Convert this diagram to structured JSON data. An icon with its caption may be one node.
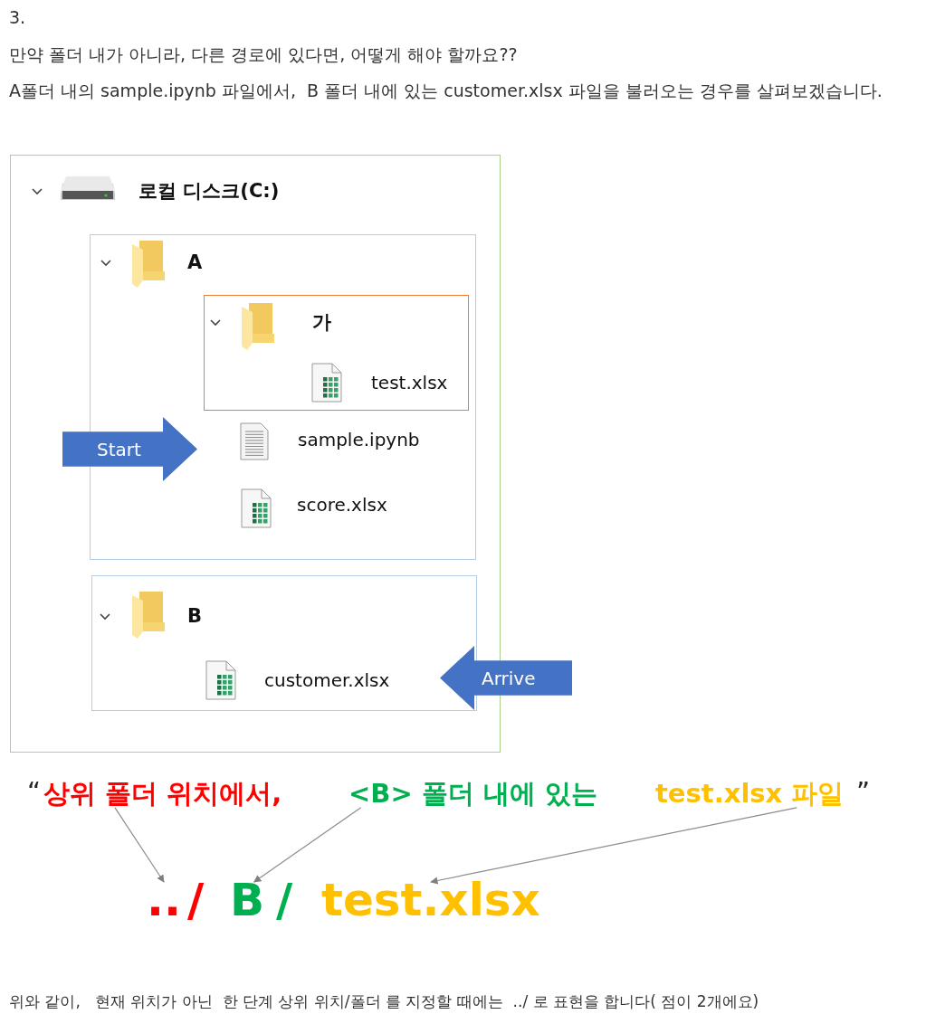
{
  "diagram": {
    "nodes": [
      {
        "text": [
          "로컬 디스크(C:)"
        ]
      },
      {
        "text": [
          "A"
        ],
        "in": 0
      },
      {
        "text": [
          "가"
        ],
        "in": 1
      },
      {
        "text": [
          "test.xlsx"
        ],
        "in": 2
      },
      {
        "text": [
          "sample.ipynb"
        ],
        "in": 1
      },
      {
        "text": [
          "score.xlsx"
        ],
        "in": 1
      },
      {
        "text": [
          "B"
        ],
        "in": 0
      },
      {
        "text": [
          "customer.xlsx"
        ],
        "in": 6
      },
      {
        "text": [
          "Start"
        ],
        "in": 0
      },
      {
        "text": [
          "Arrive"
        ]
      },
      {
        "text": [
          "상위 폴더 위치에서,"
        ]
      },
      {
        "text": [
          "<B> 폴더 내에 있는"
        ]
      },
      {
        "text": [
          "test.xlsx 파일"
        ]
      },
      {
        "text": [
          ".."
        ]
      },
      {
        "text": [
          "/"
        ]
      },
      {
        "text": [
          "B"
        ]
      },
      {
        "text": [
          "/"
        ]
      },
      {
        "text": [
          "test.xlsx"
        ]
      }
    ],
    "edges": [
      {
        "from": 10,
        "to": 13,
        "arrow": "to"
      },
      {
        "from": 11,
        "to": 15,
        "arrow": "to"
      },
      {
        "from": 12,
        "to": 17,
        "arrow": "to"
      }
    ],
    "labels": [
      "3.",
      "만약 폴더 내가 아니라, 다른 경로에 있다면, 어떻게 해야 할까요??",
      "A폴더 내의 sample.ipynb 파일에서,  B 폴더 내에 있는 customer.xlsx 파일을 불러오는 경우를 살펴보겠습니다.",
      "“",
      "”",
      "위와 같이,   현재 위치가 아닌  한 단계 상위 위치/폴더 를 지정할 때에는  ../ 로 표현을 합니다( 점이 2개에요)"
    ]
  }
}
